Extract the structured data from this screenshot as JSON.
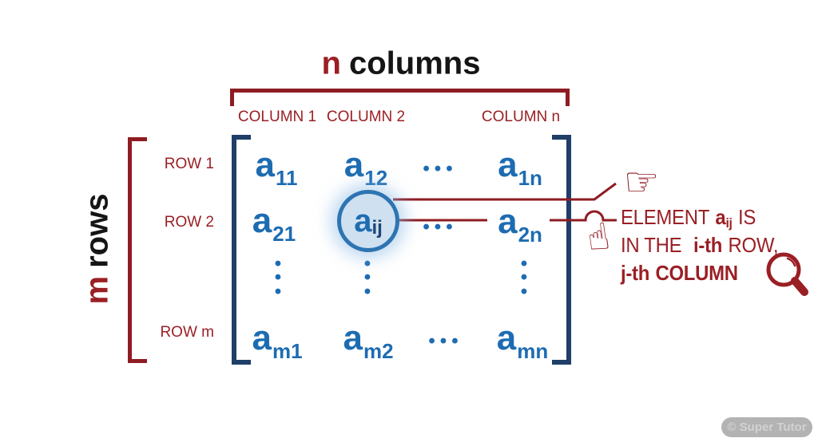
{
  "colors": {
    "accent_red_text": "#9a1f24",
    "accent_red_lines": "#8e1c22",
    "matrix_blue": "#1d6cb2",
    "bracket_navy": "#1f3e68",
    "title_black": "#151515",
    "highlight_fill": "#cfe0f0",
    "highlight_border": "#2e74b2",
    "watermark_bg": "#b3b3b3",
    "watermark_text": "#d2d2d2"
  },
  "title": {
    "count_var": "n",
    "label": "columns"
  },
  "top_axis": {
    "column_labels": [
      "COLUMN 1",
      "COLUMN 2",
      "COLUMN n"
    ]
  },
  "left_axis": {
    "count_var": "m",
    "label": "rows",
    "row_labels": [
      "ROW 1",
      "ROW 2",
      "ROW m"
    ]
  },
  "matrix": {
    "cells": {
      "a11": {
        "base": "a",
        "sub": "11"
      },
      "a12": {
        "base": "a",
        "sub": "12"
      },
      "a1n": {
        "base": "a",
        "sub": "1n"
      },
      "a21": {
        "base": "a",
        "sub": "21"
      },
      "aij": {
        "base": "a",
        "sub": "ij"
      },
      "a2n": {
        "base": "a",
        "sub": "2n"
      },
      "am1": {
        "base": "a",
        "sub": "m1"
      },
      "am2": {
        "base": "a",
        "sub": "m2"
      },
      "amn": {
        "base": "a",
        "sub": "mn"
      }
    },
    "h_ellipsis": "•••",
    "v_ellipsis": "•\n•\n•"
  },
  "annotation": {
    "line1_pre": "ELEMENT",
    "element_base": "a",
    "element_sub": "ij",
    "line1_post": "IS",
    "line2_pre": "IN THE",
    "line2_em": "i-th",
    "line2_post": "ROW,",
    "line3_em1": "j-th",
    "line3_em2": "COLUMN"
  },
  "icons": {
    "pointing_hand_glyph": "☞",
    "tap_hand_glyph": "☝",
    "pointing_hand_name": "pointing-finger-right",
    "tap_hand_name": "hand-tap",
    "magnifier_name": "magnifying-glass"
  },
  "watermark": "© Super Tutor"
}
